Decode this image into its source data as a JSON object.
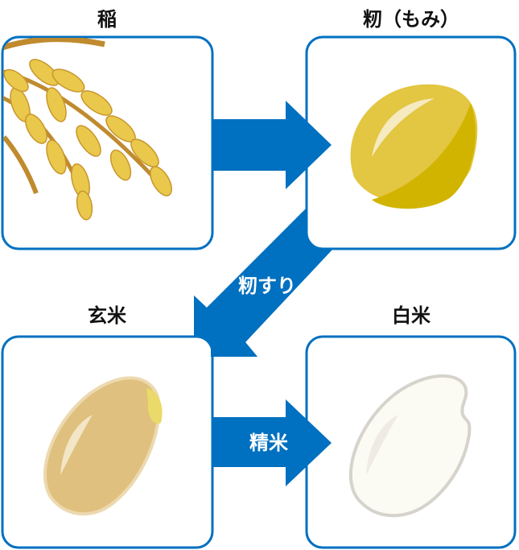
{
  "colors": {
    "arrow": "#0070C0",
    "border": "#0070C0",
    "grain_gold": "#E6C84A",
    "brown_rice": "#DDBE7E",
    "white_rice": "#FBFAF3"
  },
  "stages": [
    {
      "label": "稲",
      "icon": "rice-plant-icon"
    },
    {
      "label": "籾（もみ）",
      "icon": "paddy-grain-icon"
    },
    {
      "label": "玄米",
      "icon": "brown-rice-icon"
    },
    {
      "label": "白米",
      "icon": "white-rice-icon"
    }
  ],
  "arrows": [
    {
      "from": "稲",
      "to": "籾（もみ）",
      "label": ""
    },
    {
      "from": "籾（もみ）",
      "to": "玄米",
      "label": "籾すり"
    },
    {
      "from": "玄米",
      "to": "白米",
      "label": "精米"
    }
  ]
}
